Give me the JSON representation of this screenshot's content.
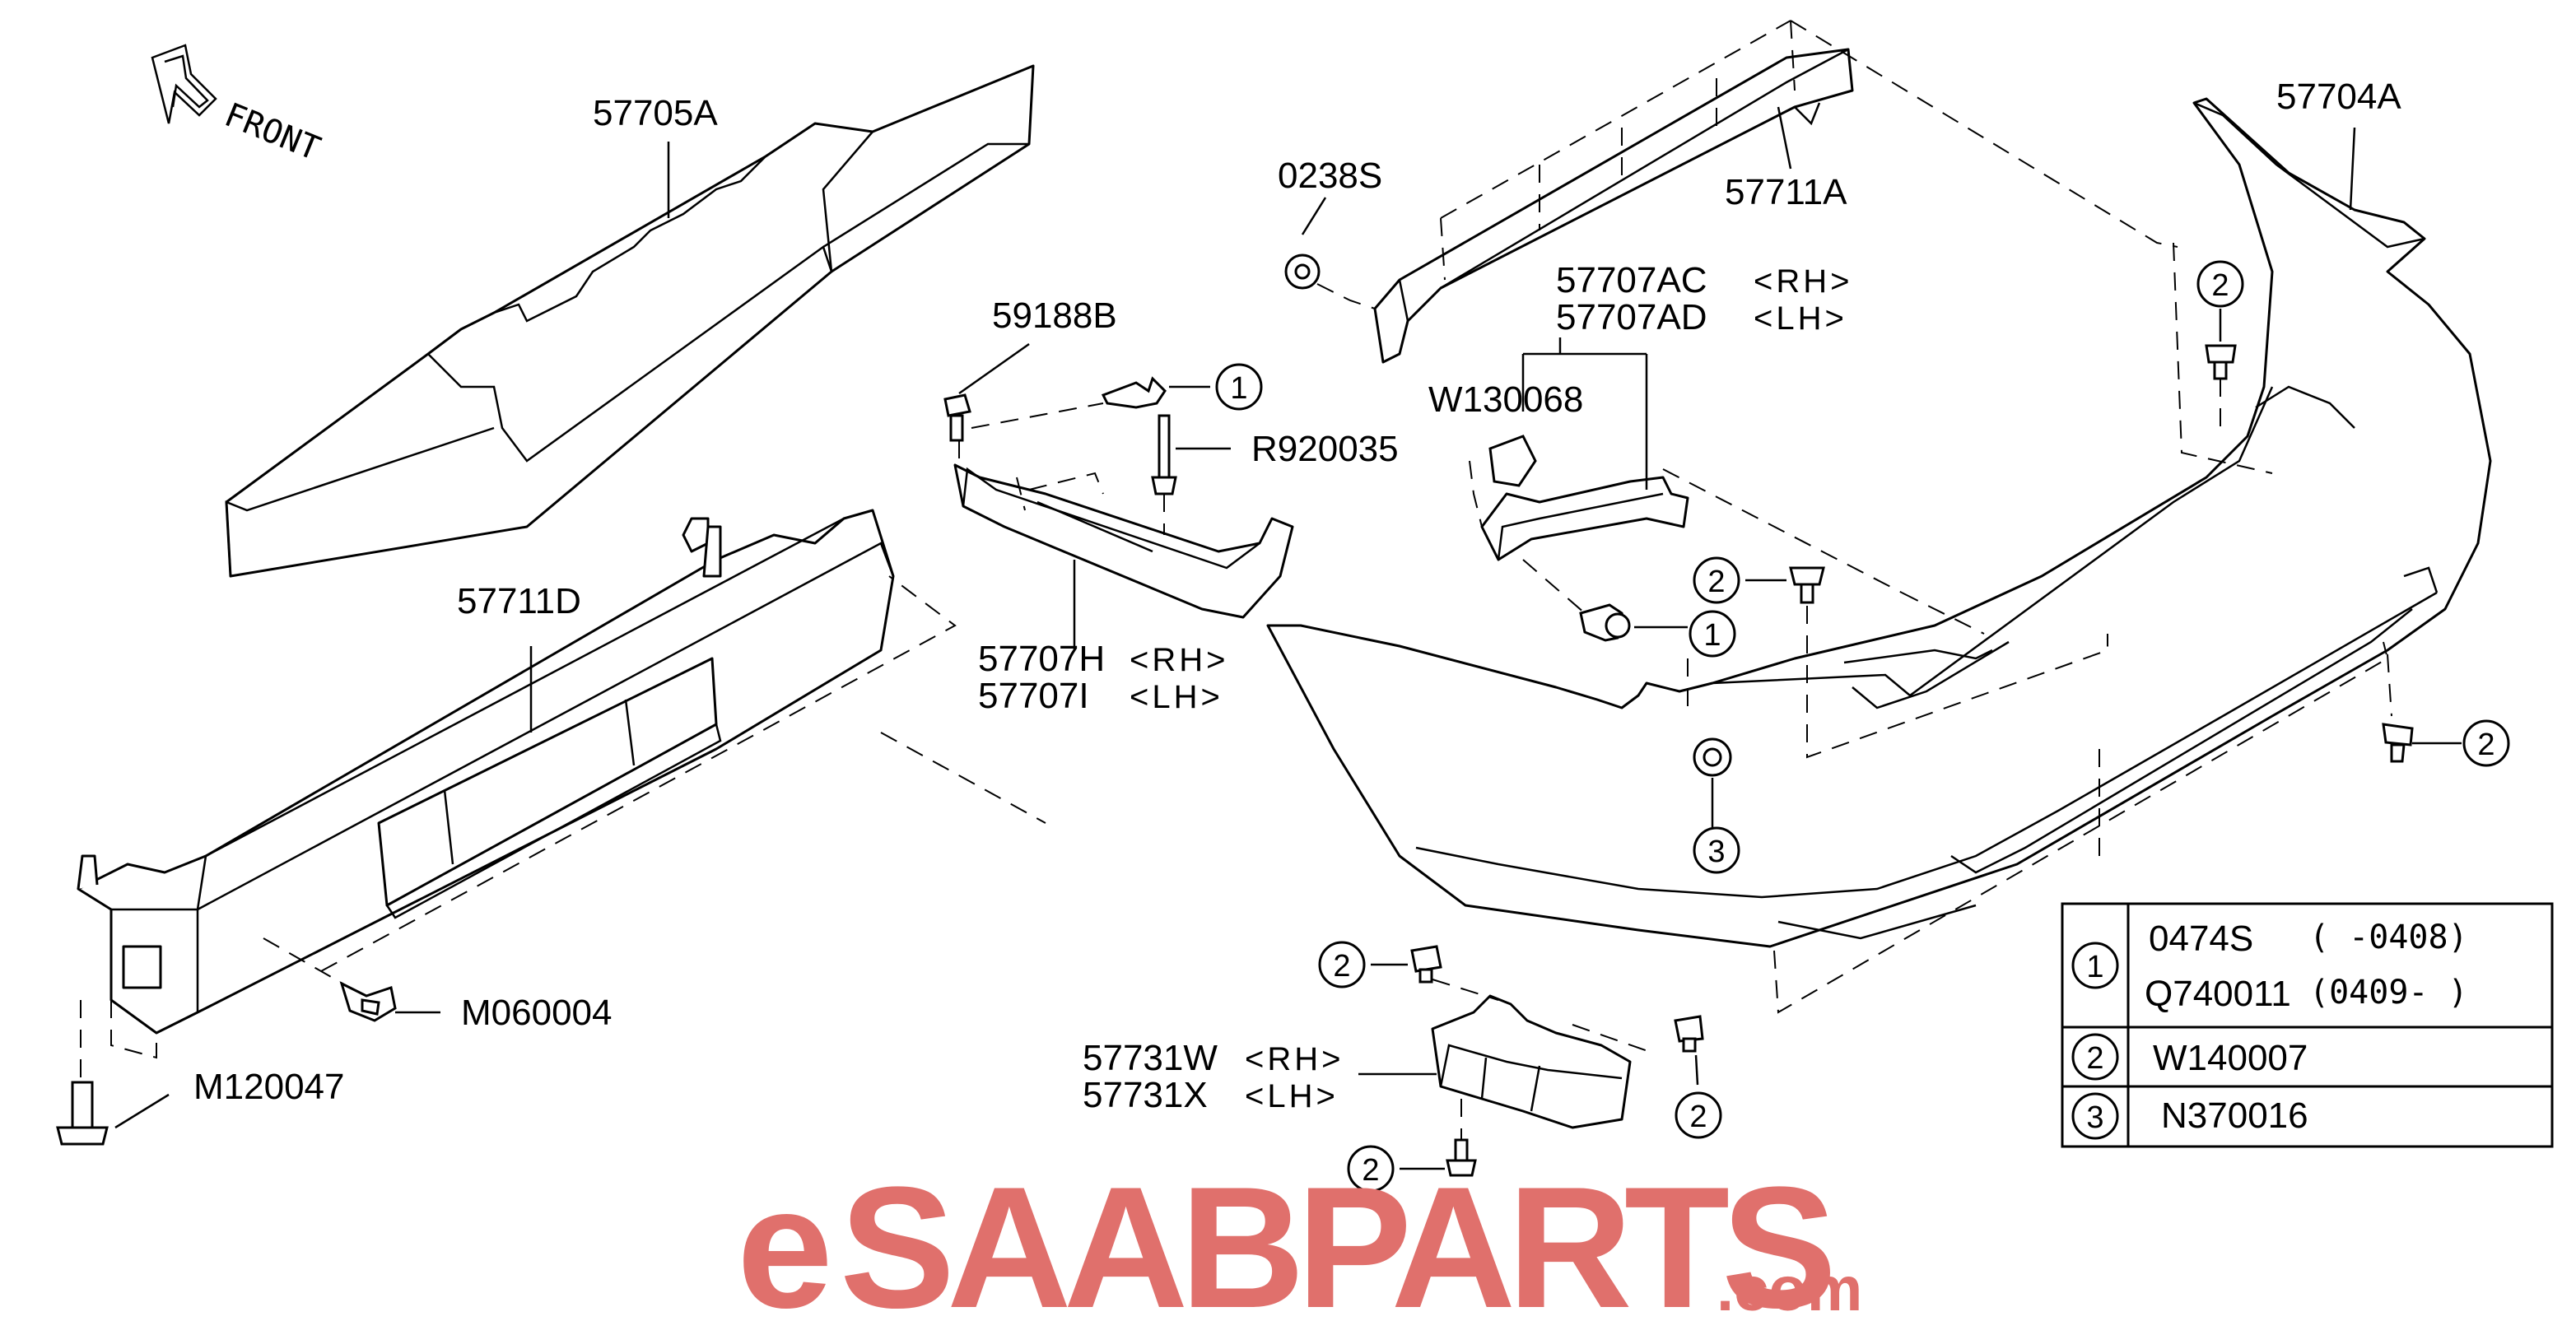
{
  "orientation": {
    "front_label": "FRONT"
  },
  "parts": {
    "p57705A": "57705A",
    "p57711A": "57711A",
    "p0238S": "0238S",
    "p57704A": "57704A",
    "p57707AC": "57707AC",
    "p57707AC_side": "<RH>",
    "p57707AD": "57707AD",
    "p57707AD_side": "<LH>",
    "p59188B": "59188B",
    "pW130068": "W130068",
    "pR920035": "R920035",
    "p57711D": "57711D",
    "p57707H": "57707H",
    "p57707H_side": "<RH>",
    "p57707I": "57707I",
    "p57707I_side": "<LH>",
    "pM060004": "M060004",
    "pM120047": "M120047",
    "p57731W": "57731W",
    "p57731W_side": "<RH>",
    "p57731X": "57731X",
    "p57731X_side": "<LH>"
  },
  "callouts": {
    "one": "1",
    "two": "2",
    "three": "3"
  },
  "legend": {
    "rows": [
      {
        "marker": "1",
        "part": "0474S",
        "range": "(   -0408)",
        "part2": "Q740011",
        "range2": "(0409-   )"
      },
      {
        "marker": "2",
        "part": "W140007"
      },
      {
        "marker": "3",
        "part": "N370016"
      }
    ]
  },
  "brand": {
    "e": "e",
    "name": "SAABPARTS",
    "suffix": ".com",
    "color": "#e0706c"
  }
}
